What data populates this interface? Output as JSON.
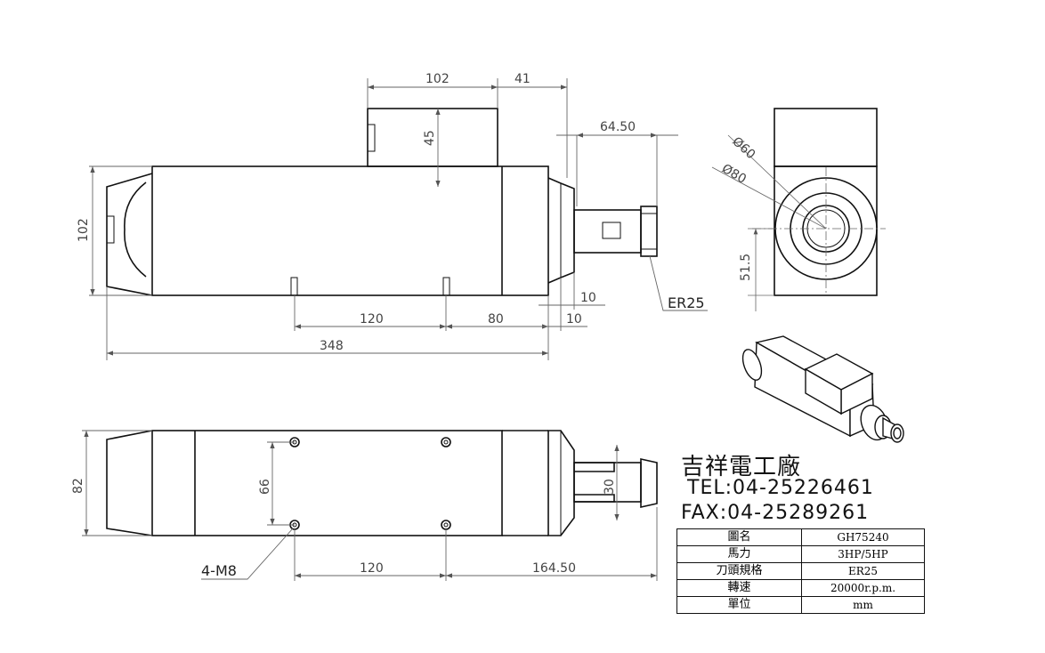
{
  "dimensions": {
    "top_102": "102",
    "top_41": "41",
    "top_45": "45",
    "top_64_50": "64.50",
    "side_102": "102",
    "side_120": "120",
    "side_80": "80",
    "side_10a": "10",
    "side_10b": "10",
    "side_348": "348",
    "er25": "ER25",
    "dia60": "Ø60",
    "dia80": "Ø80",
    "h51_5": "51.5",
    "bottom_82": "82",
    "bottom_66": "66",
    "bottom_30": "30",
    "bottom_120": "120",
    "bottom_164_50": "164.50",
    "m8": "4-M8"
  },
  "company": {
    "name": "吉祥電工廠",
    "tel": "TEL:04-25226461",
    "fax": "FAX:04-25289261"
  },
  "spec_table": [
    {
      "key": "圖名",
      "value": "GH75240"
    },
    {
      "key": "馬力",
      "value": "3HP/5HP"
    },
    {
      "key": "刀頭規格",
      "value": "ER25"
    },
    {
      "key": "轉速",
      "value": "20000r.p.m."
    },
    {
      "key": "單位",
      "value": "mm"
    }
  ]
}
